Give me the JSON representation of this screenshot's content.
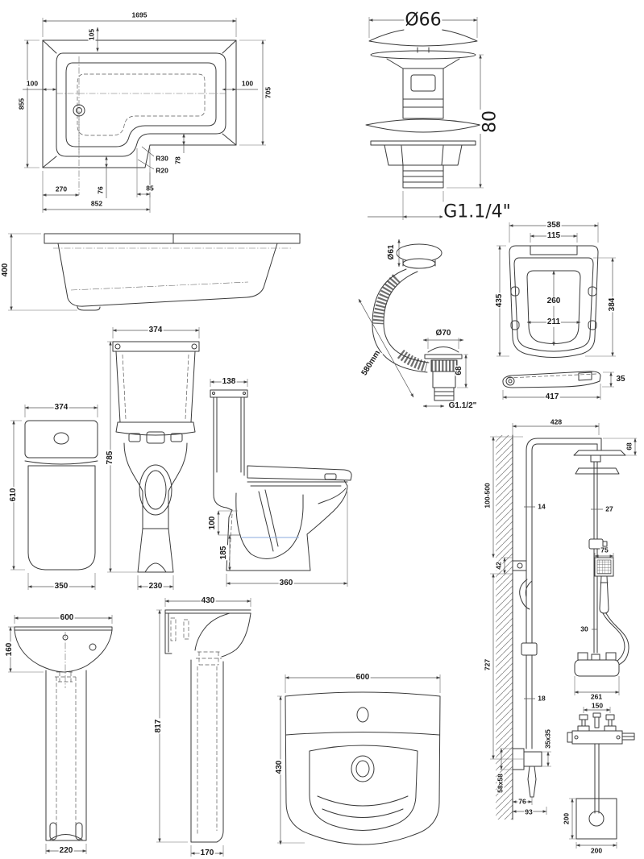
{
  "colors": {
    "line": "#3a3a3a",
    "dimension": "#555555",
    "water_line": "#88aadd",
    "background": "#ffffff"
  },
  "figures": {
    "bath_plan": {
      "width": "1695",
      "rim_top": "105",
      "left_height": "855",
      "rim_left": "100",
      "rim_right": "100",
      "right_height": "705",
      "radius_outer": "R30",
      "radius_inner": "R20",
      "rim_step": "78",
      "drain_offset": "270",
      "rim_bottom": "76",
      "step_width": "85",
      "left_section_length": "852"
    },
    "basin_waste": {
      "diameter": "Ø66",
      "height": "80",
      "thread": "G1.1/4\""
    },
    "bath_side": {
      "height": "400"
    },
    "bath_overflow": {
      "head_diameter": "Ø61",
      "hose_length": "580mm",
      "waste_diameter": "Ø70",
      "waste_height": "68",
      "thread": "G1.1/2\""
    },
    "toilet_seat": {
      "width": "358",
      "hinge_centres": "115",
      "depth": "435",
      "bowl_depth": "260",
      "bowl_width": "211",
      "lid_depth": "384",
      "side_length": "417",
      "side_height": "35"
    },
    "toilet_front": {
      "width": "374",
      "height": "785",
      "base_width": "230"
    },
    "toilet_rear": {
      "width": "374",
      "height": "610",
      "base_width": "350"
    },
    "toilet_side": {
      "cistern_depth": "138",
      "bowl_rim_drop": "100",
      "water_height": "185",
      "pan_depth": "360"
    },
    "basin_pedestal_front": {
      "width": "600",
      "bowl_depth": "160",
      "pedestal_width": "220"
    },
    "basin_pedestal_side": {
      "depth": "430",
      "height": "817",
      "pedestal_depth": "170"
    },
    "basin_plan": {
      "width": "600",
      "depth": "430"
    },
    "shower": {
      "arm_reach": "428",
      "head_drop": "68",
      "adjustable_height": "100-500",
      "riser_dia": "14",
      "bracket": "42",
      "lower_height": "727",
      "lower_riser_dia": "18",
      "union": "35x35",
      "wall_plate": "58x58",
      "outlet_offset_a": "76",
      "outlet_offset_b": "93",
      "column_dia": "27",
      "handset_width": "75",
      "hose_dia": "30",
      "valve_width": "261",
      "handle_centres": "150",
      "floor_box_depth": "200",
      "floor_box_width": "200"
    }
  }
}
